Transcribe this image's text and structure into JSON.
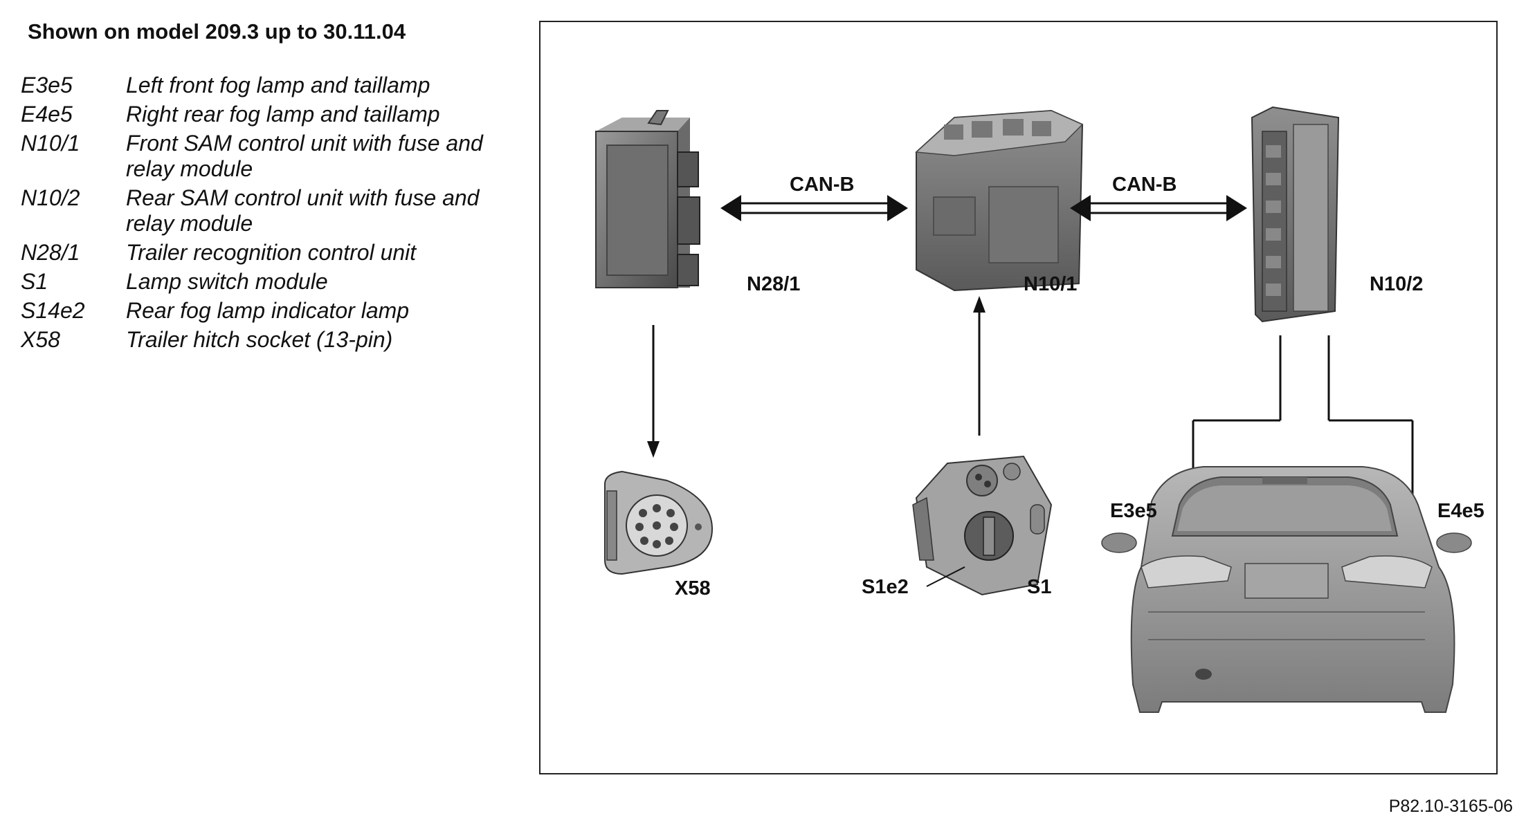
{
  "title": "Shown on model 209.3 up to 30.11.04",
  "legend": [
    {
      "code": "E3e5",
      "desc": "Left front fog lamp and taillamp"
    },
    {
      "code": "E4e5",
      "desc": "Right rear fog lamp and taillamp"
    },
    {
      "code": "N10/1",
      "desc": "Front SAM control unit with fuse and relay module"
    },
    {
      "code": "N10/2",
      "desc": "Rear SAM control unit with fuse and relay module"
    },
    {
      "code": "N28/1",
      "desc": "Trailer recognition control unit"
    },
    {
      "code": "S1",
      "desc": "Lamp switch module"
    },
    {
      "code": "S14e2",
      "desc": "Rear fog lamp indicator lamp"
    },
    {
      "code": "X58",
      "desc": "Trailer hitch socket (13-pin)"
    }
  ],
  "diagram": {
    "labels": {
      "n28_1": "N28/1",
      "n10_1": "N10/1",
      "n10_2": "N10/2",
      "x58": "X58",
      "s1": "S1",
      "s1e2": "S1e2",
      "e3e5": "E3e5",
      "e4e5": "E4e5"
    },
    "bus_labels": {
      "left": "CAN-B",
      "right": "CAN-B"
    }
  },
  "reference": "P82.10-3165-06"
}
